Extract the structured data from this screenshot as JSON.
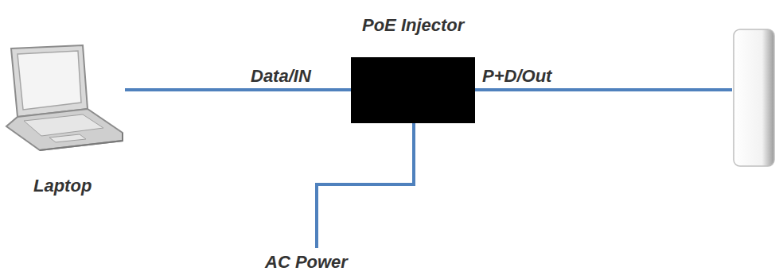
{
  "diagram": {
    "nodes": [
      {
        "text": [
          "Laptop"
        ]
      },
      {
        "text": [
          "PoE Injector"
        ]
      },
      {
        "text": []
      }
    ],
    "edges": [
      {
        "from": 0,
        "to": 1,
        "label": "Data/IN",
        "arrow": "none"
      },
      {
        "from": 1,
        "to": 2,
        "label": "P+D/Out",
        "arrow": "none"
      }
    ],
    "labels": [
      "AC Power"
    ]
  }
}
